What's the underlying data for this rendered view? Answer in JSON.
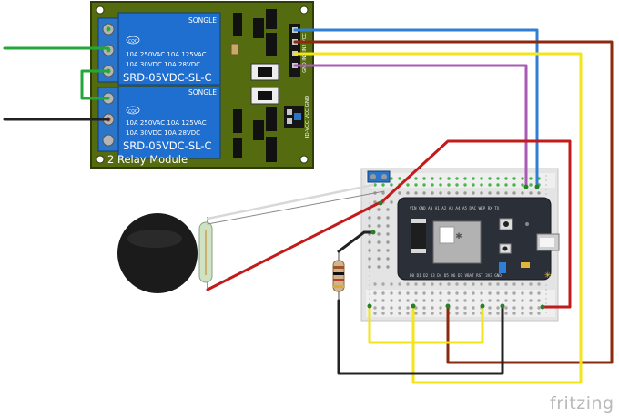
{
  "relay_module": {
    "title": "2 Relay Module",
    "brand": "SONGLE",
    "cert": "CQC",
    "ratings_line1": "10A  250VAC   10A  125VAC",
    "ratings_line2": "10A   30VDC   10A   28VDC",
    "model": "SRD-05VDC-SL-C",
    "header_pins": "JD-VCC VCC GND",
    "header_pins_top": "GND IN1 IN2 VCC"
  },
  "microcontroller": {
    "pins_top": "VIN GND A0 A1 A2 A3 A4 A5 DAC WKP RX TX",
    "pins_bottom": "D0 D1 D2 D3 D4 D5 D6 D7 VBAT RST 3V3 GND"
  },
  "components": [
    "relay-module",
    "breadboard",
    "microcontroller",
    "reed-switch",
    "magnet",
    "resistor"
  ],
  "wire_colors": {
    "green": "#22a83a",
    "black": "#222222",
    "blue": "#2f7fd6",
    "brown": "#8b2a0f",
    "yellow": "#f2e51b",
    "purple": "#a95ab5",
    "red": "#c21b1b",
    "white": "#d8d8d8"
  },
  "watermark": "fritzing"
}
